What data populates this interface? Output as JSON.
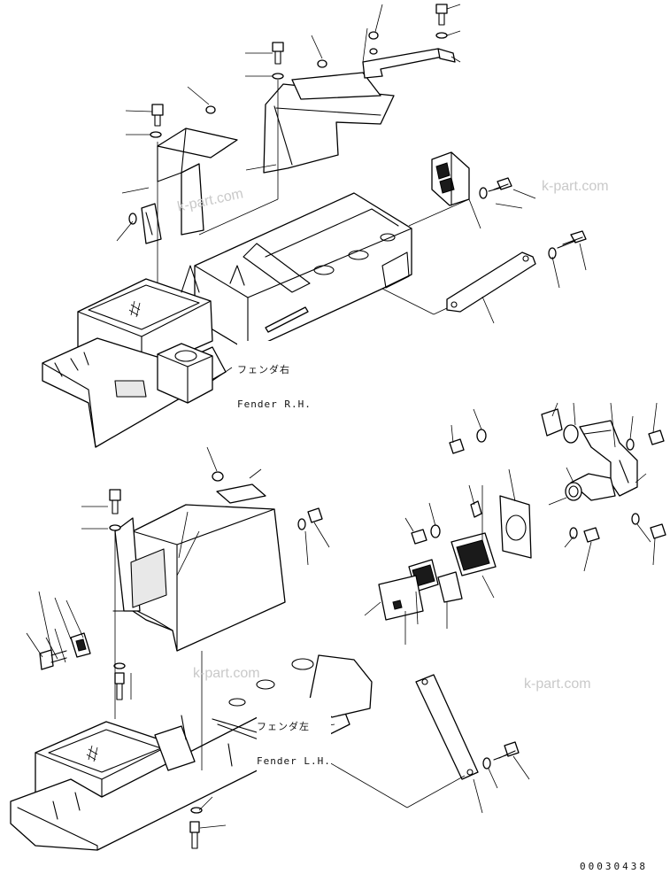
{
  "labels": {
    "fender_rh_jp": "フェンダ右",
    "fender_rh_en": "Fender R.H.",
    "fender_lh_jp": "フェンダ左",
    "fender_lh_en": "Fender L.H."
  },
  "watermark": "k-part.com",
  "drawing_code": "00030438"
}
